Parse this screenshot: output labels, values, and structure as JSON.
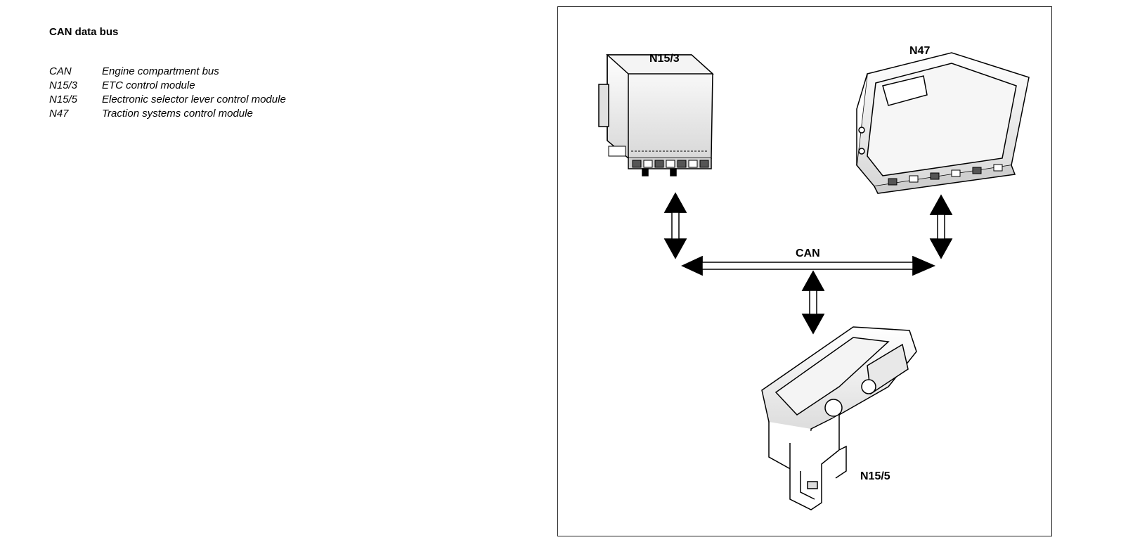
{
  "title": "CAN data bus",
  "legend": [
    {
      "code": "CAN",
      "description": "Engine compartment bus"
    },
    {
      "code": "N15/3",
      "description": "ETC control module"
    },
    {
      "code": "N15/5",
      "description": "Electronic selector lever control module"
    },
    {
      "code": "N47",
      "description": "Traction systems control module"
    }
  ],
  "figure": {
    "label_n15_3": "N15/3",
    "label_n47": "N47",
    "label_can": "CAN",
    "label_n15_5": "N15/5"
  }
}
